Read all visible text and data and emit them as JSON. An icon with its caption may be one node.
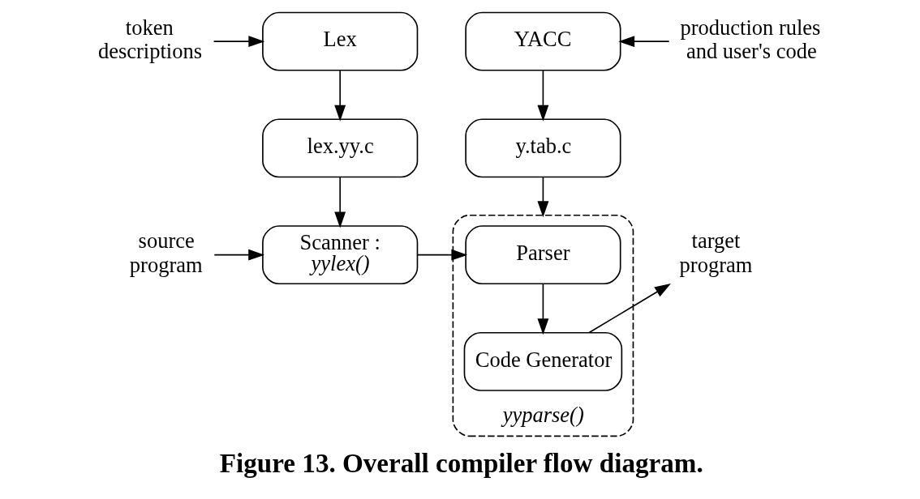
{
  "diagram": {
    "caption": "Figure 13. Overall compiler flow diagram.",
    "nodes": [
      {
        "text": [
          "token descriptions"
        ]
      },
      {
        "text": [
          "Lex"
        ]
      },
      {
        "text": [
          "lex.yy.c"
        ]
      },
      {
        "text": [
          "source program"
        ]
      },
      {
        "text": [
          "Scanner :",
          "yylex()"
        ]
      },
      {
        "text": [
          "YACC"
        ]
      },
      {
        "text": [
          "production rules and user's code"
        ]
      },
      {
        "text": [
          "y.tab.c"
        ]
      },
      {
        "text": [
          "yyparse()"
        ]
      },
      {
        "text": [
          "Parser"
        ],
        "in": 8
      },
      {
        "text": [
          "Code Generator"
        ],
        "in": 8
      },
      {
        "text": [
          "target program"
        ]
      }
    ],
    "edges": [
      {
        "from": 0,
        "to": 1,
        "arrow": "to"
      },
      {
        "from": 1,
        "to": 2,
        "arrow": "to"
      },
      {
        "from": 6,
        "to": 5,
        "arrow": "to"
      },
      {
        "from": 5,
        "to": 7,
        "arrow": "to"
      },
      {
        "from": 2,
        "to": 4,
        "arrow": "to"
      },
      {
        "from": 7,
        "to": 8,
        "arrow": "to"
      },
      {
        "from": 3,
        "to": 4,
        "arrow": "to"
      },
      {
        "from": 4,
        "to": 9,
        "arrow": "to"
      },
      {
        "from": 9,
        "to": 10,
        "arrow": "to"
      },
      {
        "from": 10,
        "to": 11,
        "arrow": "to"
      }
    ]
  }
}
